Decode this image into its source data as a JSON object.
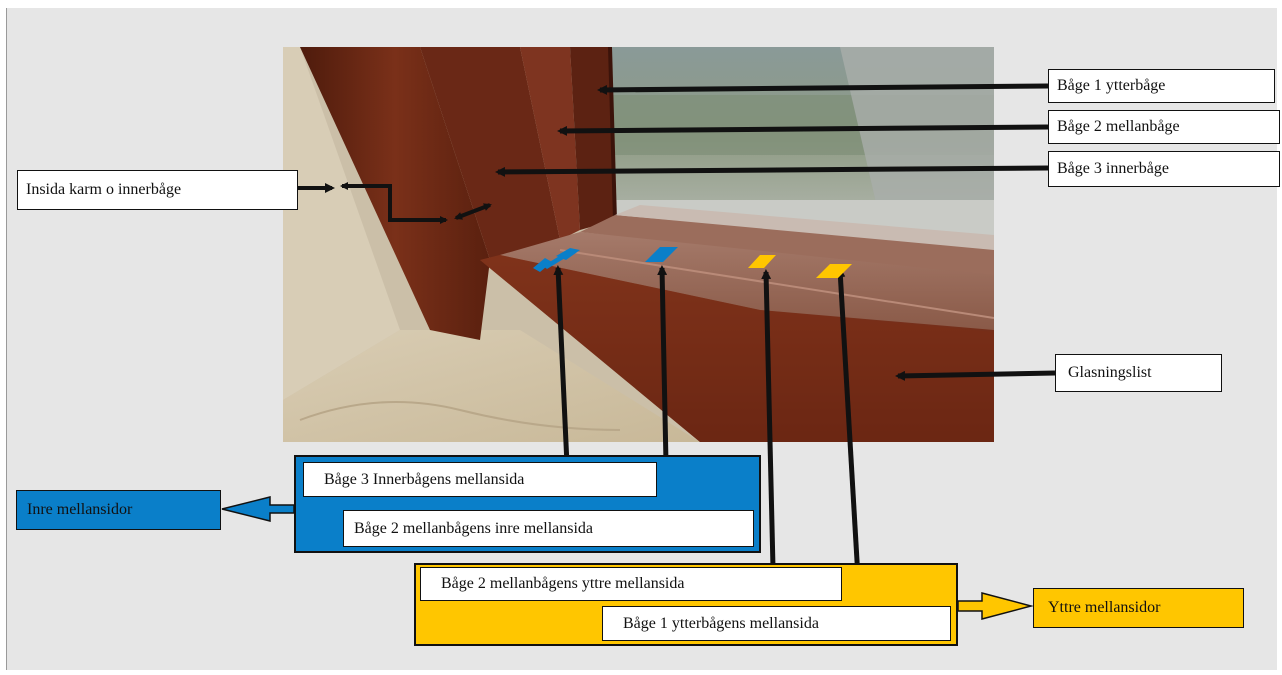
{
  "colors": {
    "inner_group": "#0a7fc9",
    "outer_group": "#ffc600",
    "background": "#e6e6e6",
    "sash_wood": "#6b2a17",
    "glass_view": "#9aa7a6",
    "wall": "#cfc6b4"
  },
  "labels": {
    "sash1_outer": "Båge 1 ytterbåge",
    "sash2_middle": "Båge 2 mellanbåge",
    "sash3_inner": "Båge 3 innerbåge",
    "frame_inside": "Insida karm o innerbåge",
    "glazing_strip": "Glasningslist"
  },
  "inner_group": {
    "tag": "Inre mellansidor",
    "items": [
      "Båge 3 Innerbågens mellansida",
      "Båge 2 mellanbågens inre mellansida"
    ]
  },
  "outer_group": {
    "tag": "Yttre mellansidor",
    "items": [
      "Båge 2 mellanbågens yttre mellansida",
      "Båge 1 ytterbågens mellansida"
    ]
  }
}
